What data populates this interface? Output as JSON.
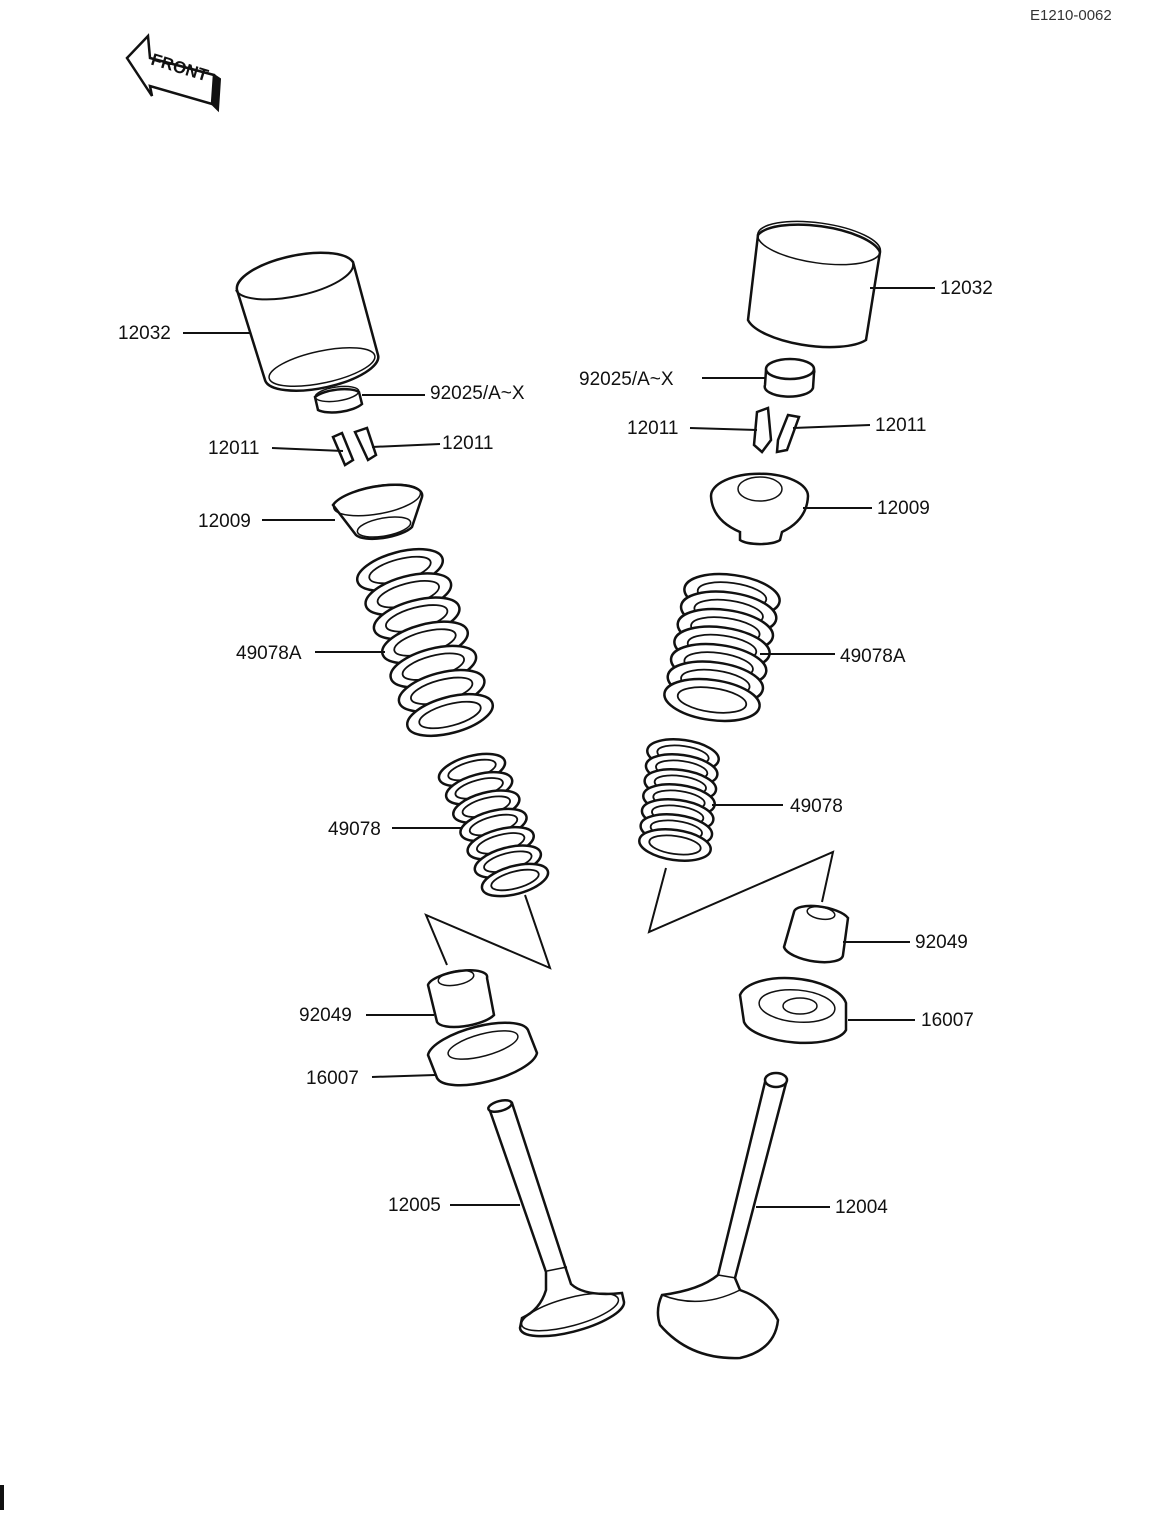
{
  "diagram": {
    "code": "E1210-0062",
    "front_label": "FRONT",
    "parts": {
      "tappet_left": "12032",
      "tappet_right": "12032",
      "shim_left": "92025/A~X",
      "shim_right": "92025/A~X",
      "cotter_left_a": "12011",
      "cotter_left_b": "12011",
      "cotter_right_a": "12011",
      "cotter_right_b": "12011",
      "retainer_left": "12009",
      "retainer_right": "12009",
      "outer_spring_left": "49078A",
      "outer_spring_right": "49078A",
      "inner_spring_left": "49078",
      "inner_spring_right": "49078",
      "oil_seal_left": "92049",
      "oil_seal_right": "92049",
      "spring_seat_left": "16007",
      "spring_seat_right": "16007",
      "exhaust_valve": "12005",
      "intake_valve": "12004"
    }
  }
}
